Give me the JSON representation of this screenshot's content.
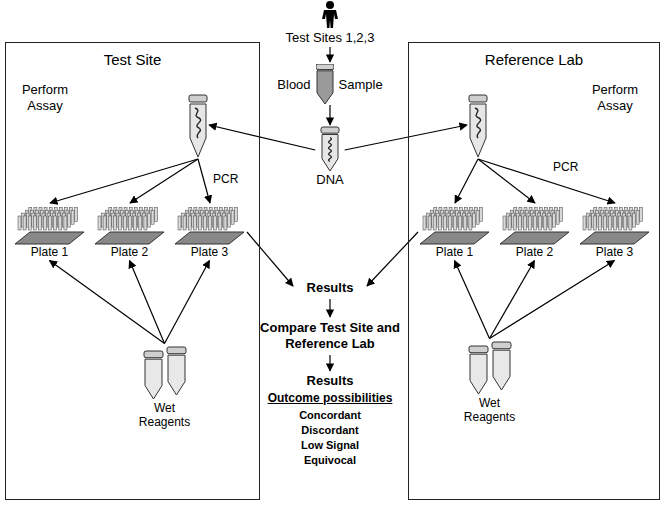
{
  "diagram": {
    "nodes": [
      {
        "text": [
          "Blood",
          "Sample"
        ]
      },
      {
        "text": [
          "DNA"
        ]
      },
      {
        "text": [
          "Test Site"
        ]
      },
      {
        "text": [
          "Plate 1"
        ],
        "in": 2
      },
      {
        "text": [
          "Plate 2"
        ],
        "in": 2
      },
      {
        "text": [
          "Plate 3"
        ],
        "in": 2
      },
      {
        "text": [
          "Wet Reagents"
        ],
        "in": 2
      },
      {
        "text": [
          "Reference Lab"
        ]
      },
      {
        "text": [
          "Plate 1"
        ],
        "in": 7
      },
      {
        "text": [
          "Plate 2"
        ],
        "in": 7
      },
      {
        "text": [
          "Plate 3"
        ],
        "in": 7
      },
      {
        "text": [
          "Wet Reagents"
        ],
        "in": 7
      }
    ],
    "edges": [
      {
        "from": 0,
        "to": 1,
        "arrow": "to"
      },
      {
        "from": 1,
        "to": 2,
        "arrow": "to"
      },
      {
        "from": 1,
        "to": 7,
        "arrow": "to"
      },
      {
        "from": 6,
        "to": 3,
        "arrow": "to"
      },
      {
        "from": 6,
        "to": 4,
        "arrow": "to"
      },
      {
        "from": 6,
        "to": 5,
        "arrow": "to"
      },
      {
        "from": 11,
        "to": 8,
        "arrow": "to"
      },
      {
        "from": 11,
        "to": 9,
        "arrow": "to"
      },
      {
        "from": 11,
        "to": 10,
        "arrow": "to"
      }
    ],
    "labels": [
      "Test Sites 1,2,3",
      "Perform Assay",
      "PCR",
      "Perform Assay",
      "PCR",
      "Results",
      "Compare Test Site and Reference Lab",
      "Results",
      "Outcome possibilities",
      "Concordant",
      "Discordant",
      "Low Signal",
      "Equivocal"
    ]
  }
}
